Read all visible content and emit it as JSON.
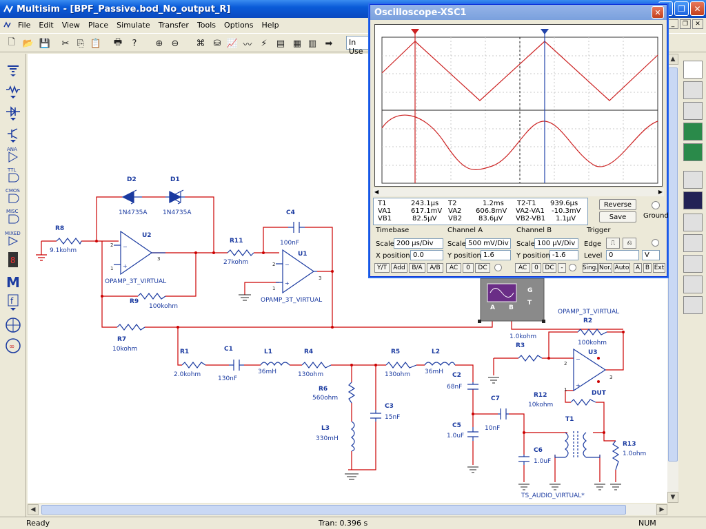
{
  "app": {
    "title": "Multisim - [BPF_Passive.bod_No_output_R]"
  },
  "menu": [
    "File",
    "Edit",
    "View",
    "Place",
    "Simulate",
    "Transfer",
    "Tools",
    "Options",
    "Help"
  ],
  "toolbar": {
    "in_use_label": "In Use"
  },
  "status": {
    "ready": "Ready",
    "tran": "Tran: 0.396 s",
    "num": "NUM"
  },
  "oscilloscope": {
    "title": "Oscilloscope-XSC1",
    "t1": {
      "label": "T1",
      "time": "243.1μs",
      "va_label": "VA1",
      "va": "617.1mV",
      "vb_label": "VB1",
      "vb": "82.5μV"
    },
    "t2": {
      "label": "T2",
      "time": "1.2ms",
      "va_label": "VA2",
      "va": "606.8mV",
      "vb_label": "VB2",
      "vb": "83.6μV"
    },
    "dt": {
      "label": "T2-T1",
      "time": "939.6μs",
      "va_label": "VA2-VA1",
      "va": "-10.3mV",
      "vb_label": "VB2-VB1",
      "vb": "1.1μV"
    },
    "buttons": {
      "reverse": "Reverse",
      "save": "Save",
      "ground": "Ground"
    },
    "timebase": {
      "title": "Timebase",
      "scale_label": "Scale",
      "scale": "200 μs/Div",
      "xpos_label": "X position",
      "xpos": "0.0",
      "modes": [
        "Y/T",
        "Add",
        "B/A",
        "A/B"
      ]
    },
    "channel_a": {
      "title": "Channel A",
      "scale_label": "Scale",
      "scale": "500 mV/Div",
      "ypos_label": "Y position",
      "ypos": "1.6",
      "coupling": [
        "AC",
        "0",
        "DC"
      ]
    },
    "channel_b": {
      "title": "Channel B",
      "scale_label": "Scale",
      "scale": "100 μV/Div",
      "ypos_label": "Y position",
      "ypos": "-1.6",
      "coupling": [
        "AC",
        "0",
        "DC",
        "-"
      ]
    },
    "trigger": {
      "title": "Trigger",
      "edge_label": "Edge",
      "level_label": "Level",
      "level": "0",
      "unit": "V",
      "modes": [
        "Sing.",
        "Nor.",
        "Auto"
      ],
      "sources": [
        "A",
        "B",
        "Ext"
      ]
    }
  },
  "schematic": {
    "labels": {
      "d2": "D2",
      "d1": "D1",
      "d2v": "1N4735A",
      "d1v": "1N4735A",
      "r8": "R8",
      "r8v": "9.1kohm",
      "u2": "U2",
      "u2v": "OPAMP_3T_VIRTUAL",
      "r9": "R9",
      "r9v": "100kohm",
      "r7": "R7",
      "r7v": "10kohm",
      "c4": "C4",
      "c4v": "100nF",
      "r11": "R11",
      "r11v": "27kohm",
      "u1": "U1",
      "u1v": "OPAMP_3T_VIRTUAL",
      "r1": "R1",
      "r1v": "2.0kohm",
      "c1": "C1",
      "c1v": "130nF",
      "l1": "L1",
      "l1v": "36mH",
      "r4": "R4",
      "r4v": "130ohm",
      "r5": "R5",
      "r5v": "130ohm",
      "l2": "L2",
      "l2v": "36mH",
      "r6": "R6",
      "r6v": "560ohm",
      "l3": "L3",
      "l3v": "330mH",
      "c3": "C3",
      "c3v": "15nF",
      "c2": "C2",
      "c2v": "68nF",
      "c5": "C5",
      "c5v": "1.0uF",
      "c7": "C7",
      "c7v": "10nF",
      "c6": "C6",
      "c6v": "1.0uF",
      "t1": "T1",
      "t1v": "TS_AUDIO_VIRTUAL*",
      "r12": "R12",
      "r12v": "10kohm",
      "dut": "DUT",
      "r13": "R13",
      "r13v": "1.0ohm",
      "r3": "R3",
      "r3v": "1.0kohm",
      "u3": "U3",
      "u3v": "OPAMP_3T_VIRTUAL",
      "r2": "R2",
      "r2v": "100kohm",
      "xsc_a": "A",
      "xsc_b": "B",
      "xsc_g": "G",
      "xsc_t": "T",
      "pin2": "2",
      "pin3": "3",
      "pin1": "1"
    }
  },
  "colors": {
    "wire": "#cc0000",
    "component": "#1a3aa0",
    "label": "#1a3aa0",
    "trace": "#cc2222"
  }
}
